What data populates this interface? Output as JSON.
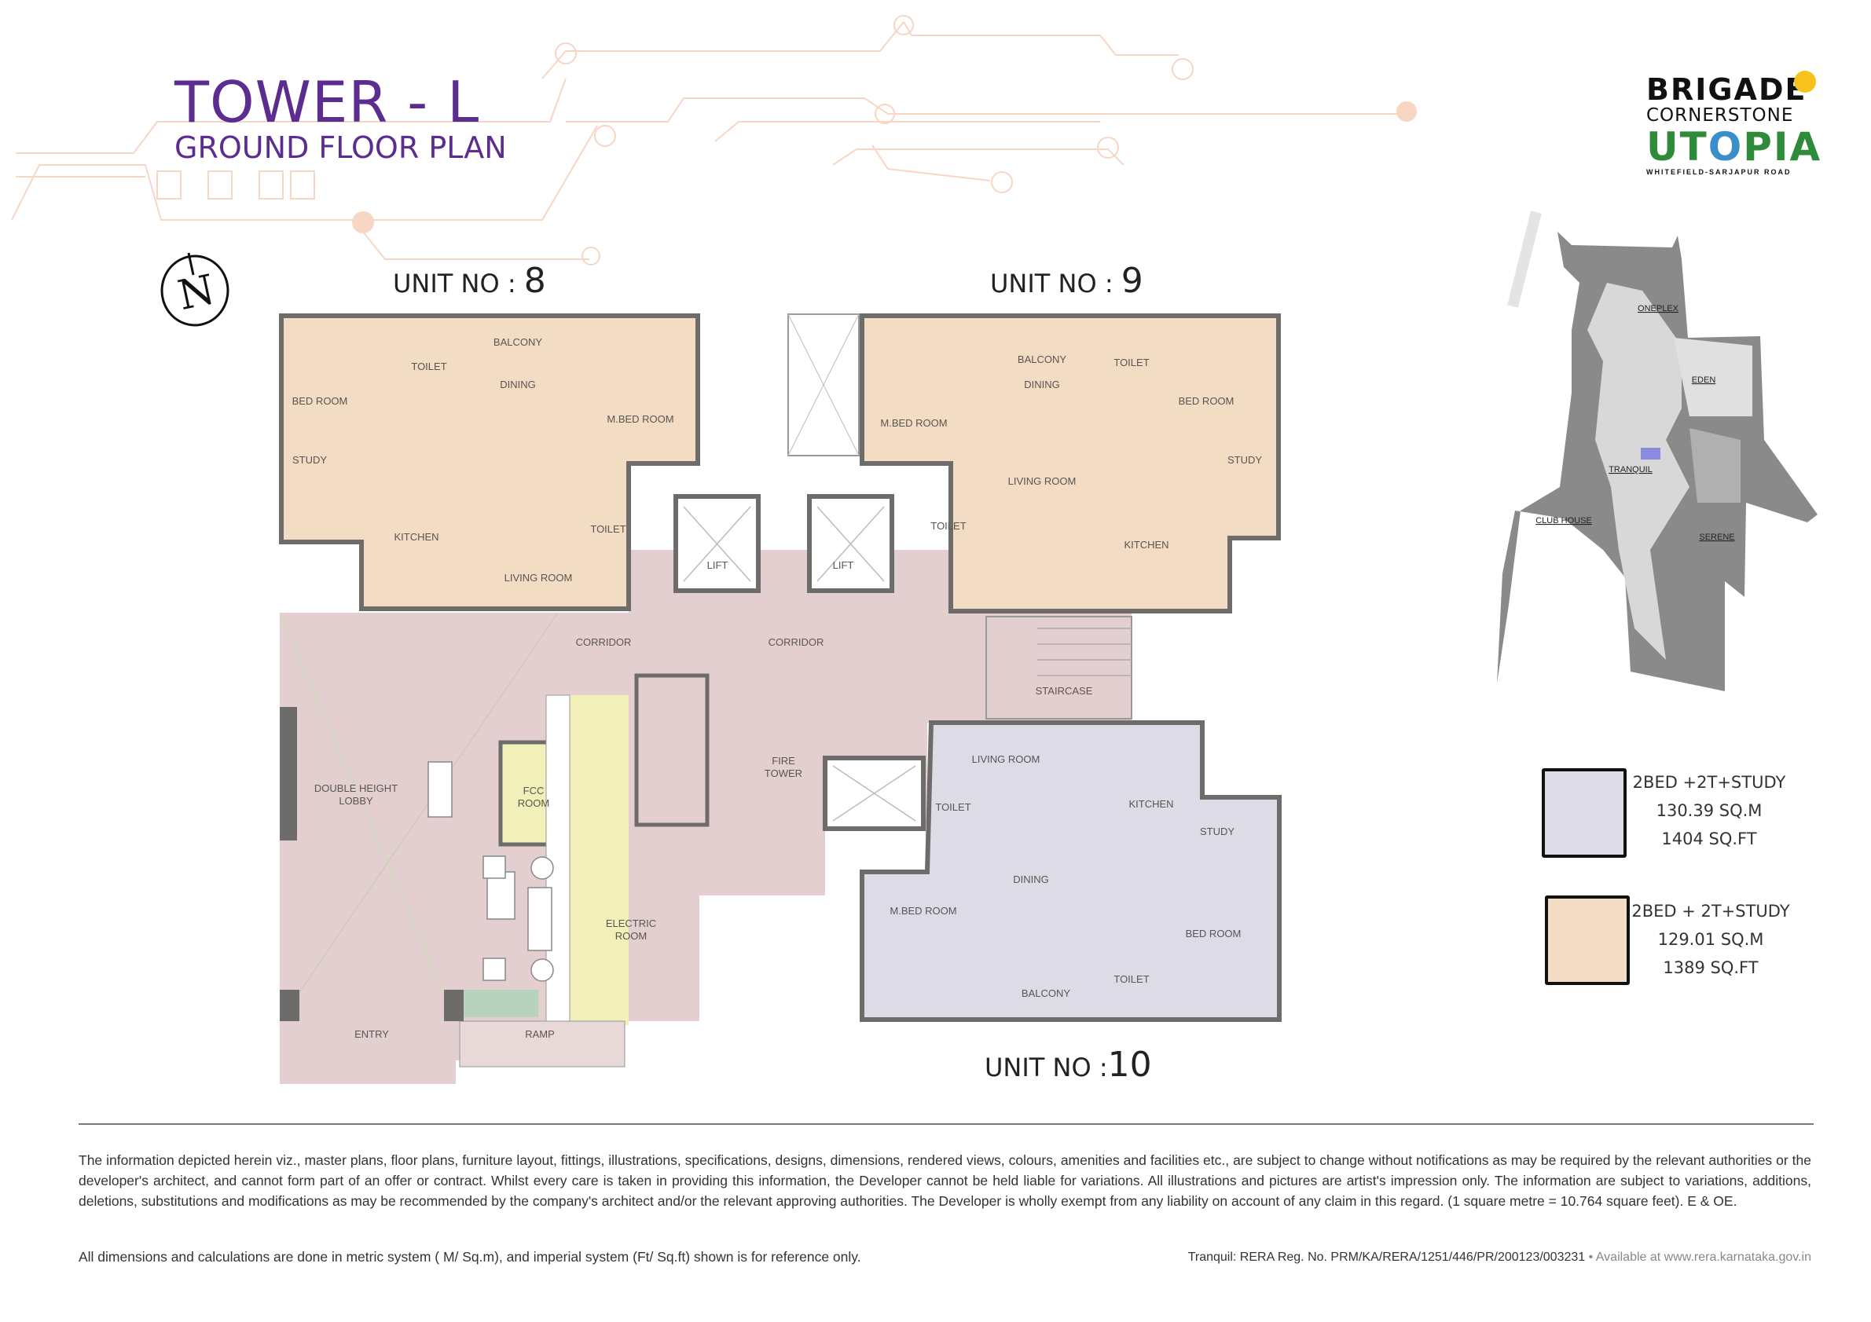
{
  "header": {
    "title": "TOWER - L",
    "subtitle": "GROUND FLOOR PLAN"
  },
  "logo": {
    "line1": "BRIGADE",
    "line2": "CORNERSTONE",
    "line3_a": "UT",
    "line3_o": "O",
    "line3_b": "PIA",
    "tagline": "WHITEFIELD-SARJAPUR ROAD"
  },
  "compass": {
    "label": "N"
  },
  "units": [
    {
      "label": "UNIT NO :",
      "number": "8"
    },
    {
      "label": "UNIT NO :",
      "number": "9"
    },
    {
      "label": "UNIT NO :",
      "number": "10"
    }
  ],
  "plan": {
    "unit8": [
      "BALCONY",
      "TOILET",
      "DINING",
      "BED ROOM",
      "M.BED ROOM",
      "STUDY",
      "KITCHEN",
      "TOILET",
      "LIVING ROOM"
    ],
    "unit9": [
      "BALCONY",
      "TOILET",
      "DINING",
      "M.BED ROOM",
      "BED ROOM",
      "STUDY",
      "LIVING ROOM",
      "TOILET",
      "KITCHEN"
    ],
    "common": {
      "lift1": "LIFT",
      "lift2": "LIFT",
      "corridor1": "CORRIDOR",
      "corridor2": "CORRIDOR",
      "staircase": "STAIRCASE",
      "lobby": [
        "DOUBLE HEIGHT",
        "LOBBY"
      ],
      "fcc": [
        "FCC",
        "ROOM"
      ],
      "fire": [
        "FIRE",
        "TOWER"
      ],
      "electric": [
        "ELECTRIC",
        "ROOM"
      ],
      "entry": "ENTRY",
      "ramp": "RAMP"
    },
    "unit10": [
      "LIVING ROOM",
      "KITCHEN",
      "TOILET",
      "STUDY",
      "DINING",
      "M.BED ROOM",
      "BED ROOM",
      "TOILET",
      "BALCONY"
    ]
  },
  "master_plan": {
    "labels": [
      "ONEPLEX",
      "EDEN",
      "TRANQUIL",
      "CLUB HOUSE",
      "SERENE"
    ]
  },
  "legend": [
    {
      "type": "2BED +2T+STUDY",
      "sqm": "130.39 SQ.M",
      "sqft": "1404 SQ.FT",
      "color": "#dcdbe6"
    },
    {
      "type": "2BED + 2T+STUDY",
      "sqm": "129.01 SQ.M",
      "sqft": "1389 SQ.FT",
      "color": "#f2dcc4"
    }
  ],
  "footer": {
    "disclaimer": "The information depicted herein viz., master plans, floor plans, furniture layout, fittings, illustrations, specifications, designs, dimensions, rendered views, colours, amenities and facilities etc., are subject to change without notifications as may be required by the relevant authorities or the developer's architect, and cannot form part of an offer or contract. Whilst every care is taken in providing this information, the Developer cannot be held liable for variations. All illustrations and pictures are artist's impression only. The information are subject to variations, additions, deletions, substitutions and modifications as may be recommended by the company's architect and/or the relevant approving authorities. The Developer is wholly exempt from any liability on account of any claim in this regard. (1 square metre = 10.764 square feet). E & OE.",
    "note": "All dimensions and calculations are done in metric system ( M/ Sq.m), and imperial system (Ft/ Sq.ft) shown is for reference only.",
    "rera": "Tranquil: RERA Reg. No. PRM/KA/RERA/1251/446/PR/200123/003231",
    "rera_link": " • Available at www.rera.karnataka.gov.in"
  },
  "colors": {
    "title": "#5c2d91",
    "unit_peach": "#f2dcc4",
    "unit_lavender": "#dcdbe6",
    "common": "#e3cfd0",
    "service_yellow": "#f0f0b8",
    "wall": "#6e6b6b"
  }
}
